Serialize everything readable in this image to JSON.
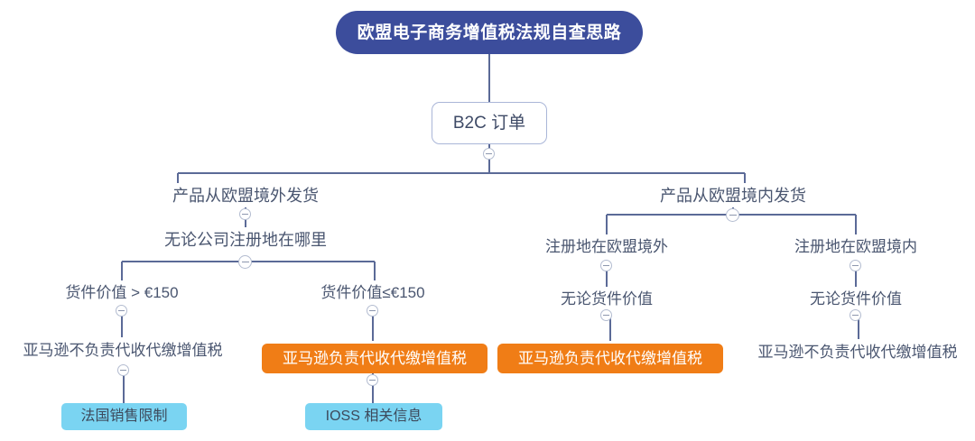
{
  "diagram": {
    "title": "欧盟电子商务增值税法规自查思路",
    "root_label": "欧盟电子商务增值税法规自查思路",
    "b2c_label": "B2C 订单",
    "colors": {
      "root_fill": "#3c4d9c",
      "orange_fill": "#f07d16",
      "cyan_fill": "#7ad4f2",
      "line": "#5b6a97",
      "text": "#4a5670"
    },
    "branch_outside": {
      "label": "产品从欧盟境外发货",
      "child": {
        "label": "无论公司注册地在哪里",
        "left": {
          "condition": "货件价值 > €150",
          "result": "亚马逊不负责代收代缴增值税",
          "note": "法国销售限制"
        },
        "right": {
          "condition": "货件价值≤€150",
          "result": "亚马逊负责代收代缴增值税",
          "note": "IOSS 相关信息"
        }
      }
    },
    "branch_inside": {
      "label": "产品从欧盟境内发货",
      "left": {
        "registration": "注册地在欧盟境外",
        "condition": "无论货件价值",
        "result": "亚马逊负责代收代缴增值税"
      },
      "right": {
        "registration": "注册地在欧盟境内",
        "condition": "无论货件价值",
        "result": "亚马逊不负责代收代缴增值税"
      }
    },
    "toggles": {
      "icon": "minus-circle-icon",
      "state": "expanded"
    }
  }
}
